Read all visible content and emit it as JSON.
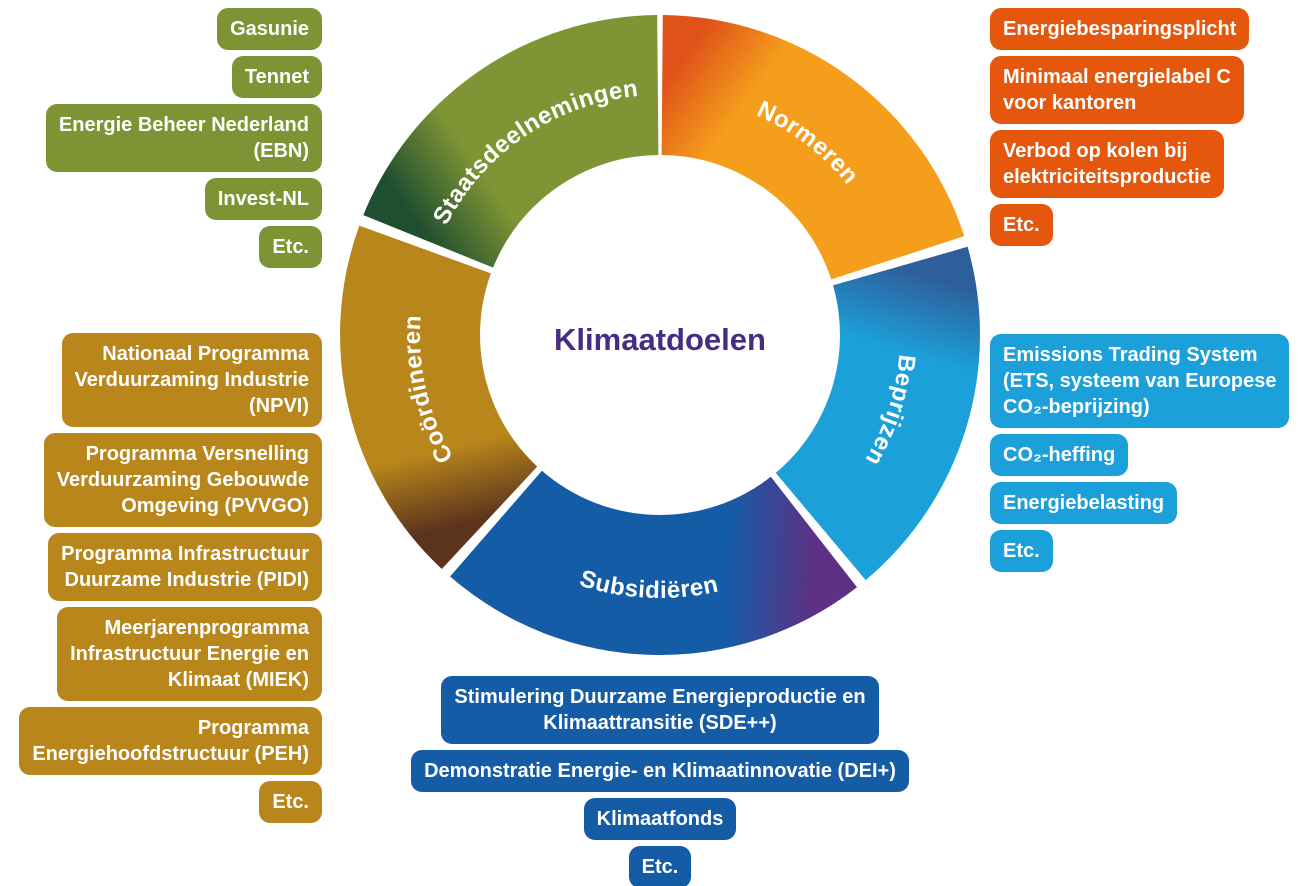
{
  "wheel": {
    "center_label": "Klimaatdoelen",
    "center_color": "#472D82",
    "segments": [
      {
        "label": "Normeren",
        "color": "#F59E1B",
        "fade_color": "#DF521A"
      },
      {
        "label": "Beprijzen",
        "color": "#1CA0D9",
        "fade_color": "#2E5E9B"
      },
      {
        "label": "Subsidiëren",
        "color": "#155CA7",
        "fade_color": "#5D3184"
      },
      {
        "label": "Coördineren",
        "color": "#B8861B",
        "fade_color": "#5C341E"
      },
      {
        "label": "Staatsdeelnemingen",
        "color": "#7F9434",
        "fade_color": "#1F4F30"
      }
    ]
  },
  "groups": {
    "staatsdeelnemingen": {
      "color": "#7E9434",
      "items": [
        "Gasunie",
        "Tennet",
        "Energie Beheer Nederland\n(EBN)",
        "Invest-NL",
        "Etc."
      ]
    },
    "normeren": {
      "color": "#E4570D",
      "items": [
        "Energiebesparingsplicht",
        "Minimaal energielabel C\nvoor kantoren",
        "Verbod op kolen bij\nelektriciteitsproductie",
        "Etc."
      ]
    },
    "beprijzen": {
      "color": "#1CA0D9",
      "items": [
        "Emissions Trading System\n(ETS, systeem van Europese\nCO₂-beprijzing)",
        "CO₂-heffing",
        "Energiebelasting",
        "Etc."
      ]
    },
    "coordineren": {
      "color": "#B8861B",
      "items": [
        "Nationaal Programma\nVerduurzaming Industrie\n(NPVI)",
        "Programma Versnelling\nVerduurzaming Gebouwde\nOmgeving (PVVGO)",
        "Programma Infrastructuur\nDuurzame Industrie (PIDI)",
        "Meerjarenprogramma\nInfrastructuur Energie en\nKlimaat (MIEK)",
        "Programma\nEnergiehoofdstructuur (PEH)",
        "Etc."
      ]
    },
    "subsidieren": {
      "color": "#155CA7",
      "items": [
        "Stimulering Duurzame Energieproductie en\nKlimaattransitie (SDE++)",
        "Demonstratie Energie- en Klimaatinnovatie (DEI+)",
        "Klimaatfonds",
        "Etc."
      ]
    }
  }
}
